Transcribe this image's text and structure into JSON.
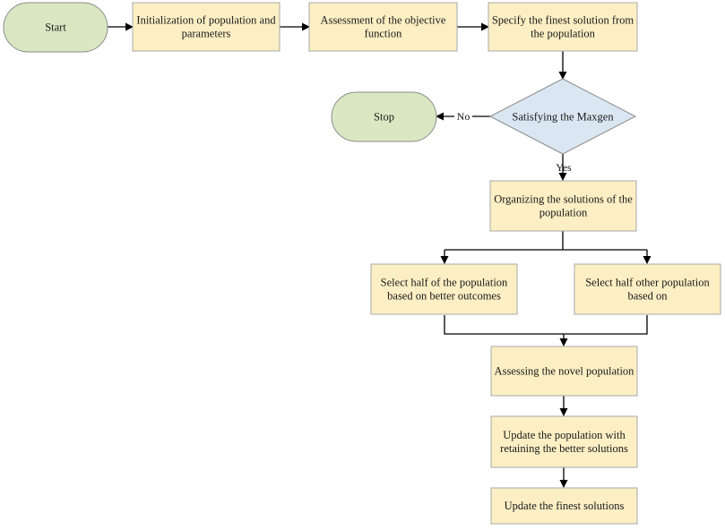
{
  "nodes": {
    "start": [
      "Start"
    ],
    "init": [
      "Initialization of population and",
      "parameters"
    ],
    "assess": [
      "Assessment of the objective",
      "function"
    ],
    "specify": [
      "Specify the finest solution from",
      "the population"
    ],
    "decision": [
      "Satisfying the Maxgen"
    ],
    "stop": [
      "Stop"
    ],
    "organize": [
      "Organizing the solutions of the",
      "population"
    ],
    "select_left": [
      "Select half of the population",
      "based on better outcomes"
    ],
    "select_right": [
      "Select half other population",
      "based on"
    ],
    "novel": [
      "Assessing the novel population"
    ],
    "update": [
      "Update the population with",
      "retaining the better solutions"
    ],
    "finest": [
      "Update the finest solutions"
    ]
  },
  "edge_labels": {
    "no": "No",
    "yes": "Yes"
  },
  "colors": {
    "process_fill": "#fcefc4",
    "terminal_fill": "#d9e8c2",
    "decision_fill": "#dae6f2",
    "line": "#000000"
  }
}
